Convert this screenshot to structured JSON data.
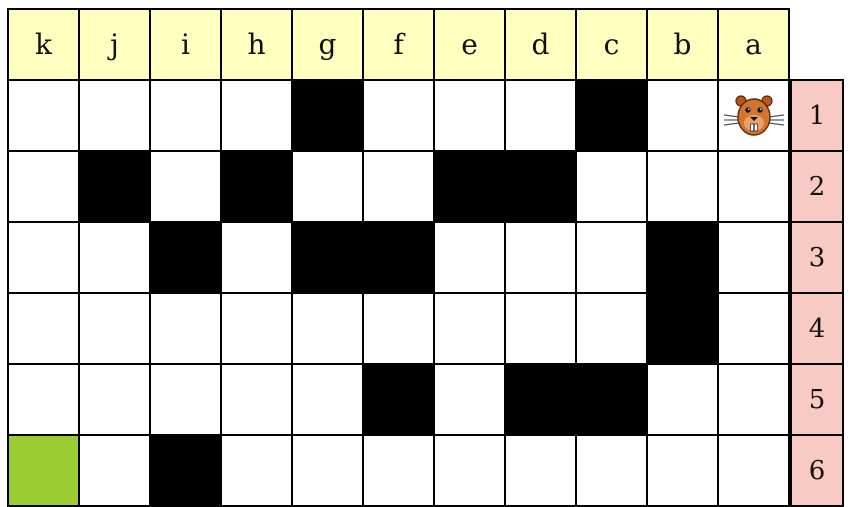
{
  "columns": [
    "k",
    "j",
    "i",
    "h",
    "g",
    "f",
    "e",
    "d",
    "c",
    "b",
    "a"
  ],
  "rows": [
    "1",
    "2",
    "3",
    "4",
    "5",
    "6"
  ],
  "colors": {
    "column_header_bg": "#FFFFC0",
    "row_header_bg": "#F9C9C3",
    "wall": "#000000",
    "goal": "#9ACD32",
    "empty": "#FFFFFF"
  },
  "walls": [
    {
      "row": "1",
      "col": "g"
    },
    {
      "row": "1",
      "col": "c"
    },
    {
      "row": "2",
      "col": "j"
    },
    {
      "row": "2",
      "col": "h"
    },
    {
      "row": "2",
      "col": "e"
    },
    {
      "row": "2",
      "col": "d"
    },
    {
      "row": "3",
      "col": "i"
    },
    {
      "row": "3",
      "col": "g"
    },
    {
      "row": "3",
      "col": "f"
    },
    {
      "row": "3",
      "col": "b"
    },
    {
      "row": "4",
      "col": "b"
    },
    {
      "row": "5",
      "col": "f"
    },
    {
      "row": "5",
      "col": "d"
    },
    {
      "row": "5",
      "col": "c"
    },
    {
      "row": "6",
      "col": "i"
    }
  ],
  "goal": {
    "row": "6",
    "col": "k"
  },
  "beaver": {
    "row": "1",
    "col": "a",
    "icon": "beaver-icon"
  }
}
